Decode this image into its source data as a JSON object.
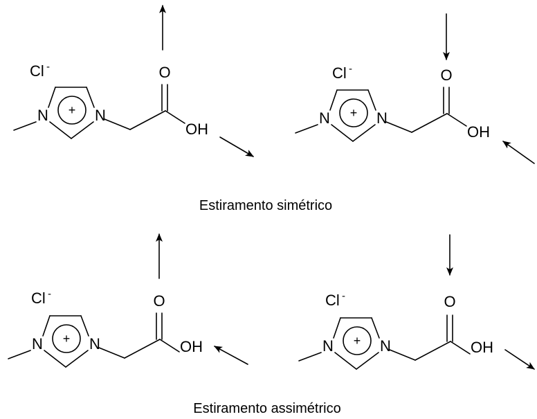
{
  "molecule": {
    "atom_n": "N",
    "atom_o": "O",
    "atom_oh": "OH",
    "counter_ion": "Cl",
    "counter_charge": "-",
    "ring_charge": "+"
  },
  "captions": {
    "symmetric": "Estiramento simétrico",
    "asymmetric": "Estiramento assimétrico"
  }
}
